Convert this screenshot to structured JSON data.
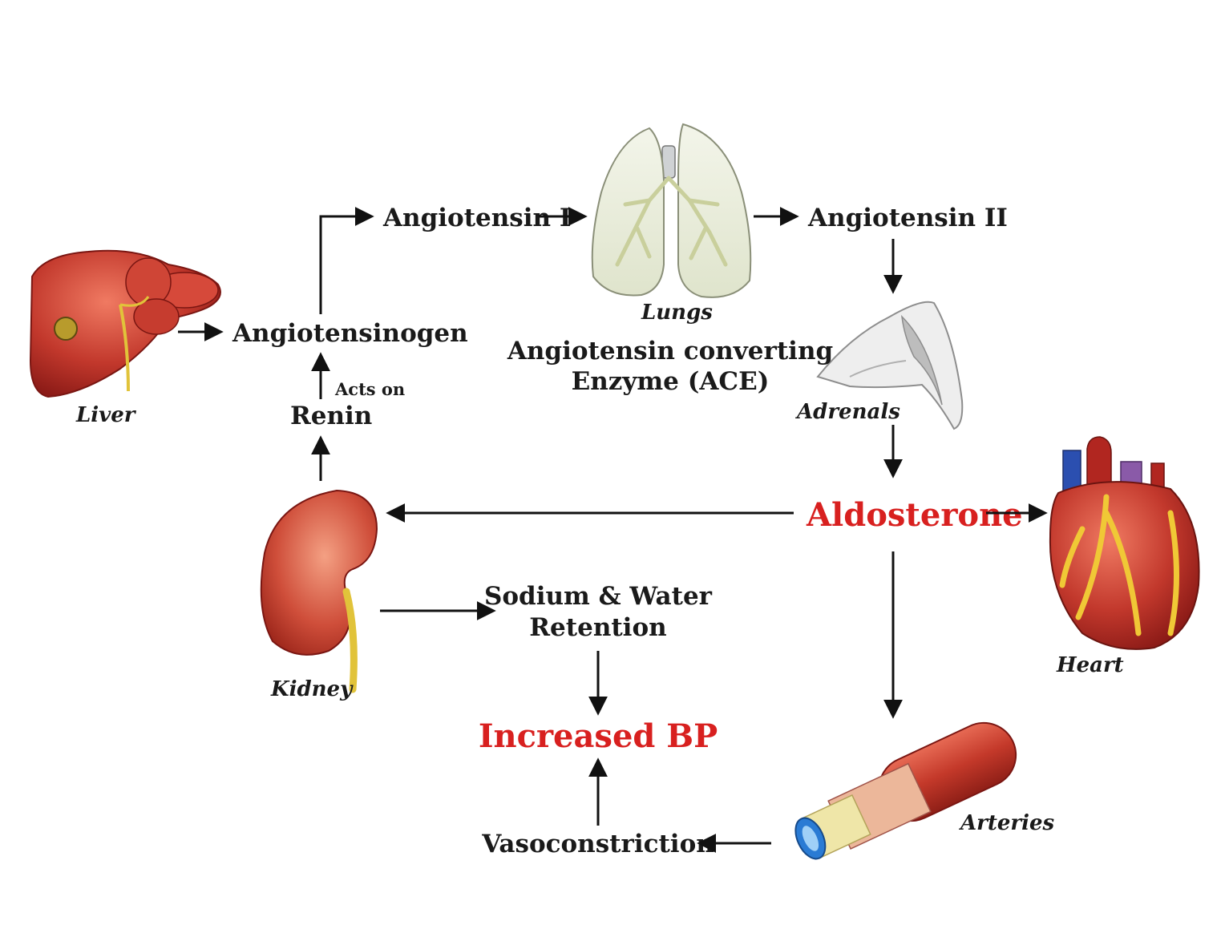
{
  "labels": {
    "angiotensinogen": "Angiotensinogen",
    "angiotensin1": "Angiotensin I",
    "angiotensin2": "Angiotensin II",
    "ace_line1": "Angiotensin converting",
    "ace_line2": "Enzyme (ACE)",
    "acts_on": "Acts on",
    "renin": "Renin",
    "aldosterone": "Aldosterone",
    "sodium_line1": "Sodium & Water",
    "sodium_line2": "Retention",
    "increased_bp": "Increased BP",
    "vasoconstriction": "Vasoconstriction"
  },
  "organs": {
    "liver": "Liver",
    "lungs": "Lungs",
    "adrenals": "Adrenals",
    "kidney": "Kidney",
    "heart": "Heart",
    "arteries": "Arteries"
  },
  "colors": {
    "highlight_red": "#d8201f",
    "organ_red": "#b8312a",
    "lung_green": "#e6ebd5",
    "artery_blue": "#2a7bd4"
  }
}
